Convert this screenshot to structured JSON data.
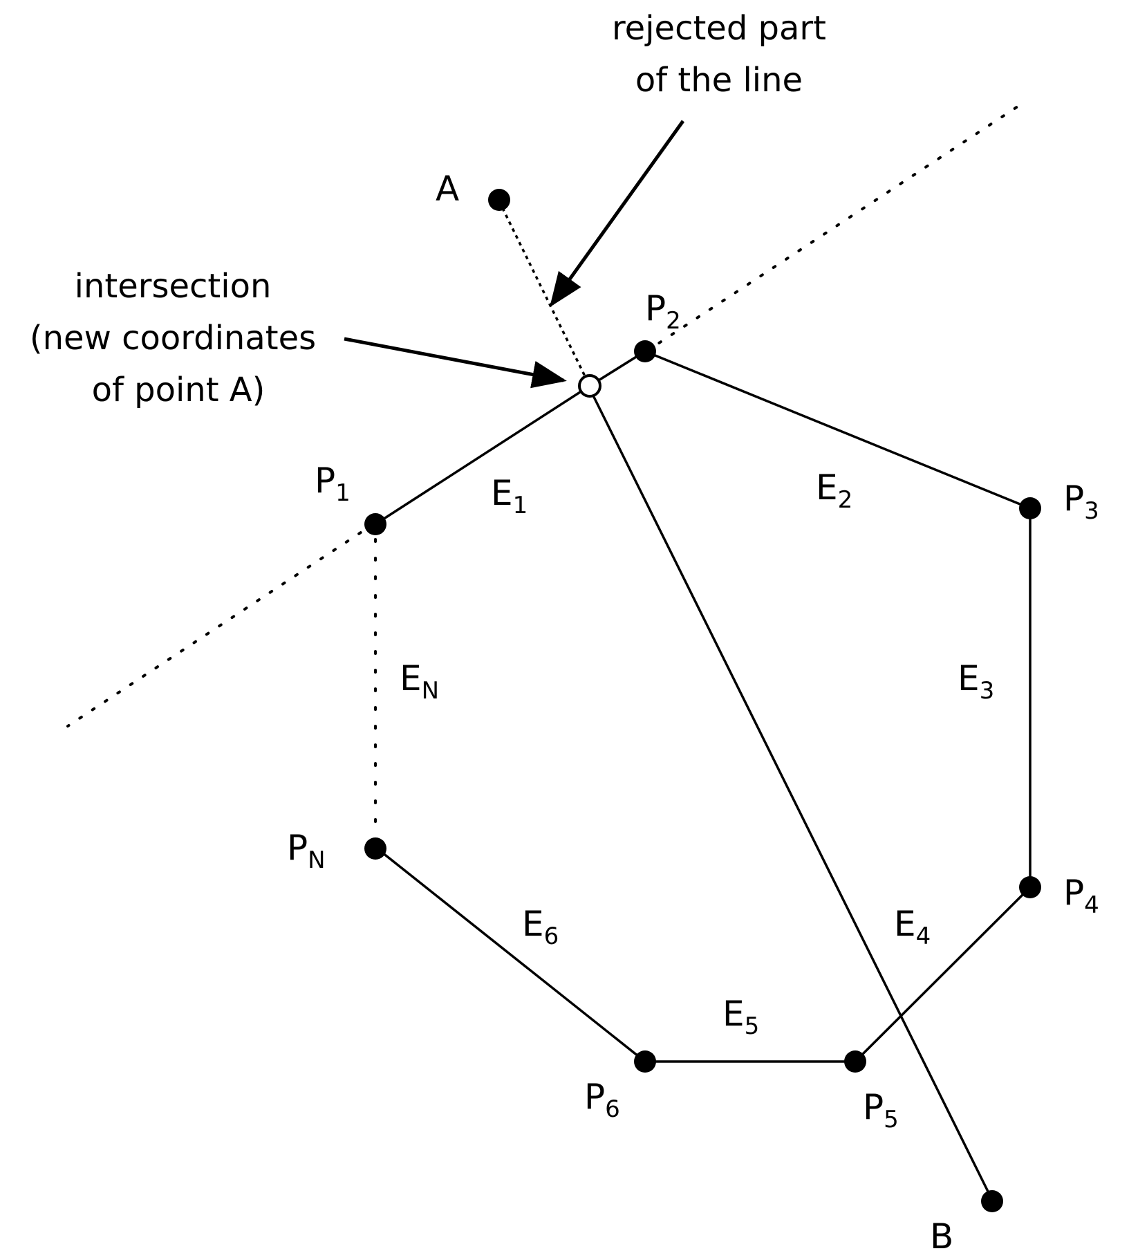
{
  "annotations": {
    "rejected": [
      "rejected part",
      "of the line"
    ],
    "intersection": [
      "intersection",
      "(new coordinates",
      "of point A)"
    ]
  },
  "points": {
    "A": "A",
    "B": "B",
    "P1": {
      "base": "P",
      "sub": "1"
    },
    "P2": {
      "base": "P",
      "sub": "2"
    },
    "P3": {
      "base": "P",
      "sub": "3"
    },
    "P4": {
      "base": "P",
      "sub": "4"
    },
    "P5": {
      "base": "P",
      "sub": "5"
    },
    "P6": {
      "base": "P",
      "sub": "6"
    },
    "PN": {
      "base": "P",
      "sub": "N"
    }
  },
  "edges": {
    "E1": {
      "base": "E",
      "sub": "1"
    },
    "E2": {
      "base": "E",
      "sub": "2"
    },
    "E3": {
      "base": "E",
      "sub": "3"
    },
    "E4": {
      "base": "E",
      "sub": "4"
    },
    "E5": {
      "base": "E",
      "sub": "5"
    },
    "E6": {
      "base": "E",
      "sub": "6"
    },
    "EN": {
      "base": "E",
      "sub": "N"
    }
  },
  "colors": {
    "ink": "#000000",
    "background": "#ffffff"
  }
}
